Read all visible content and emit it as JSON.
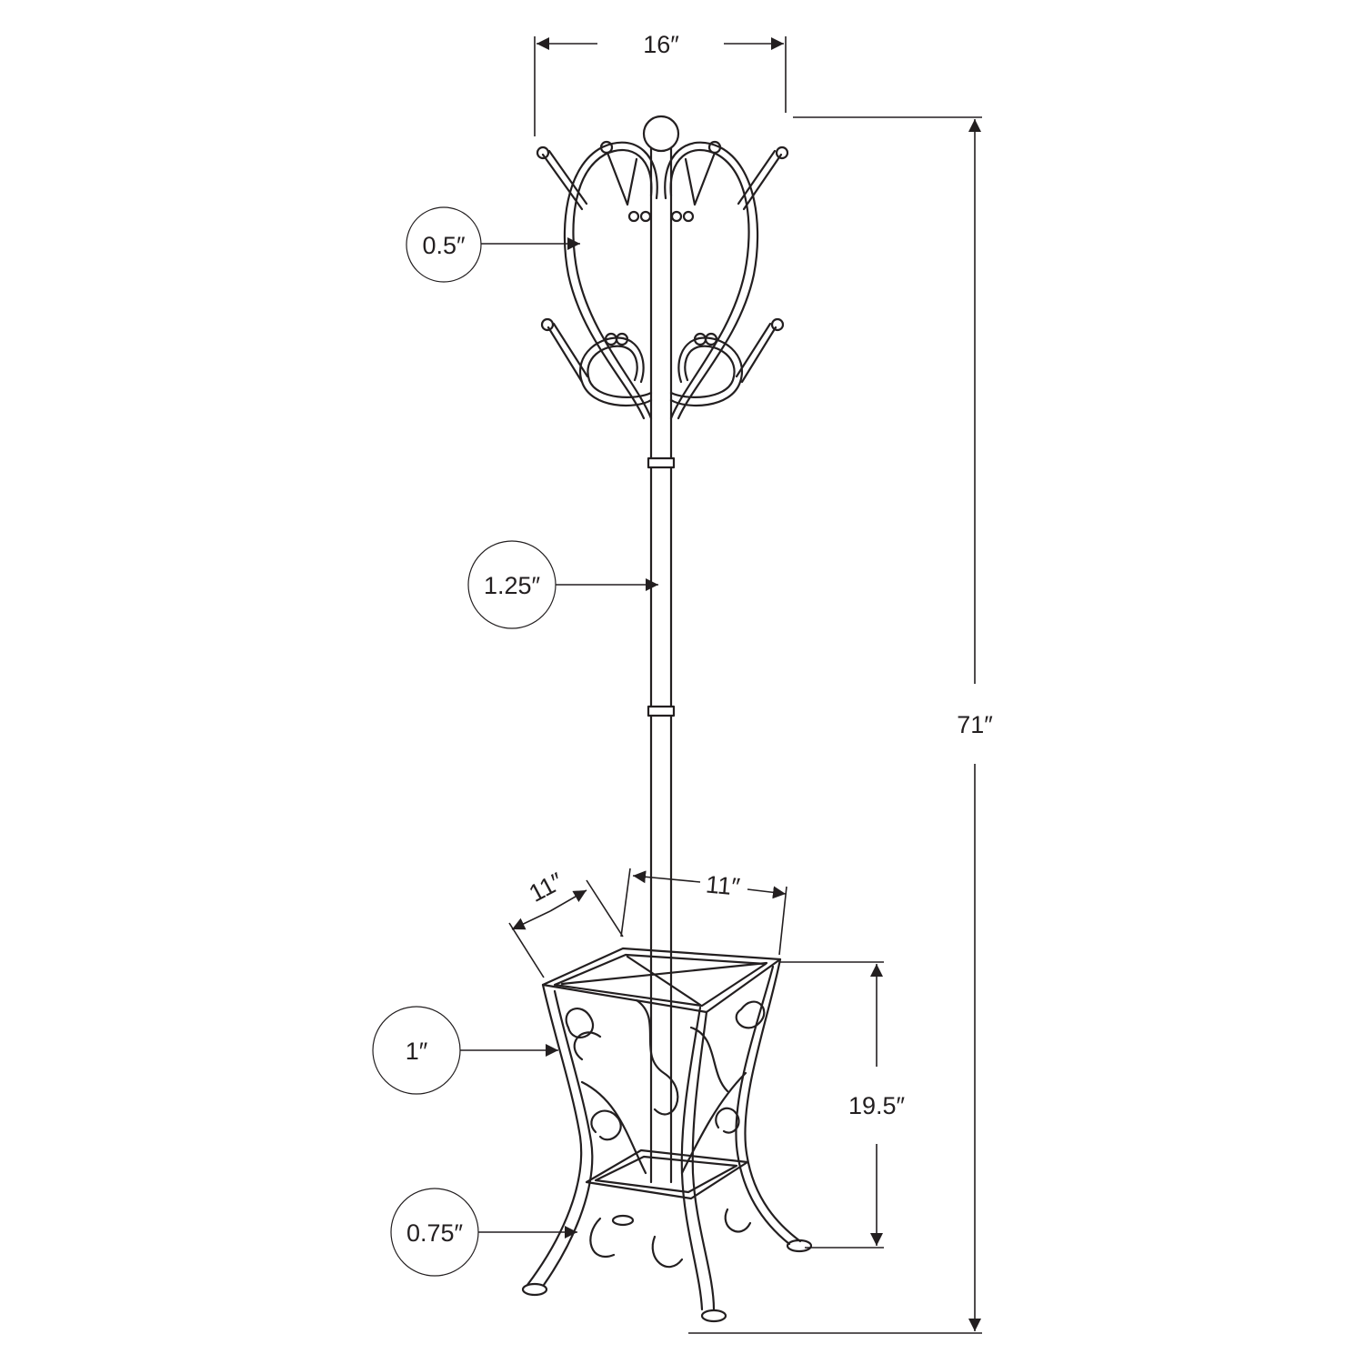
{
  "dimensions": {
    "overall_width": "16″",
    "overall_height": "71″",
    "hook_diameter": "0.5″",
    "pole_diameter": "1.25″",
    "base_depth": "11″",
    "base_width": "11″",
    "base_frame_diameter": "1″",
    "stand_height": "19.5″",
    "leg_diameter": "0.75″"
  },
  "colors": {
    "ink": "#231f20",
    "background": "#ffffff"
  }
}
